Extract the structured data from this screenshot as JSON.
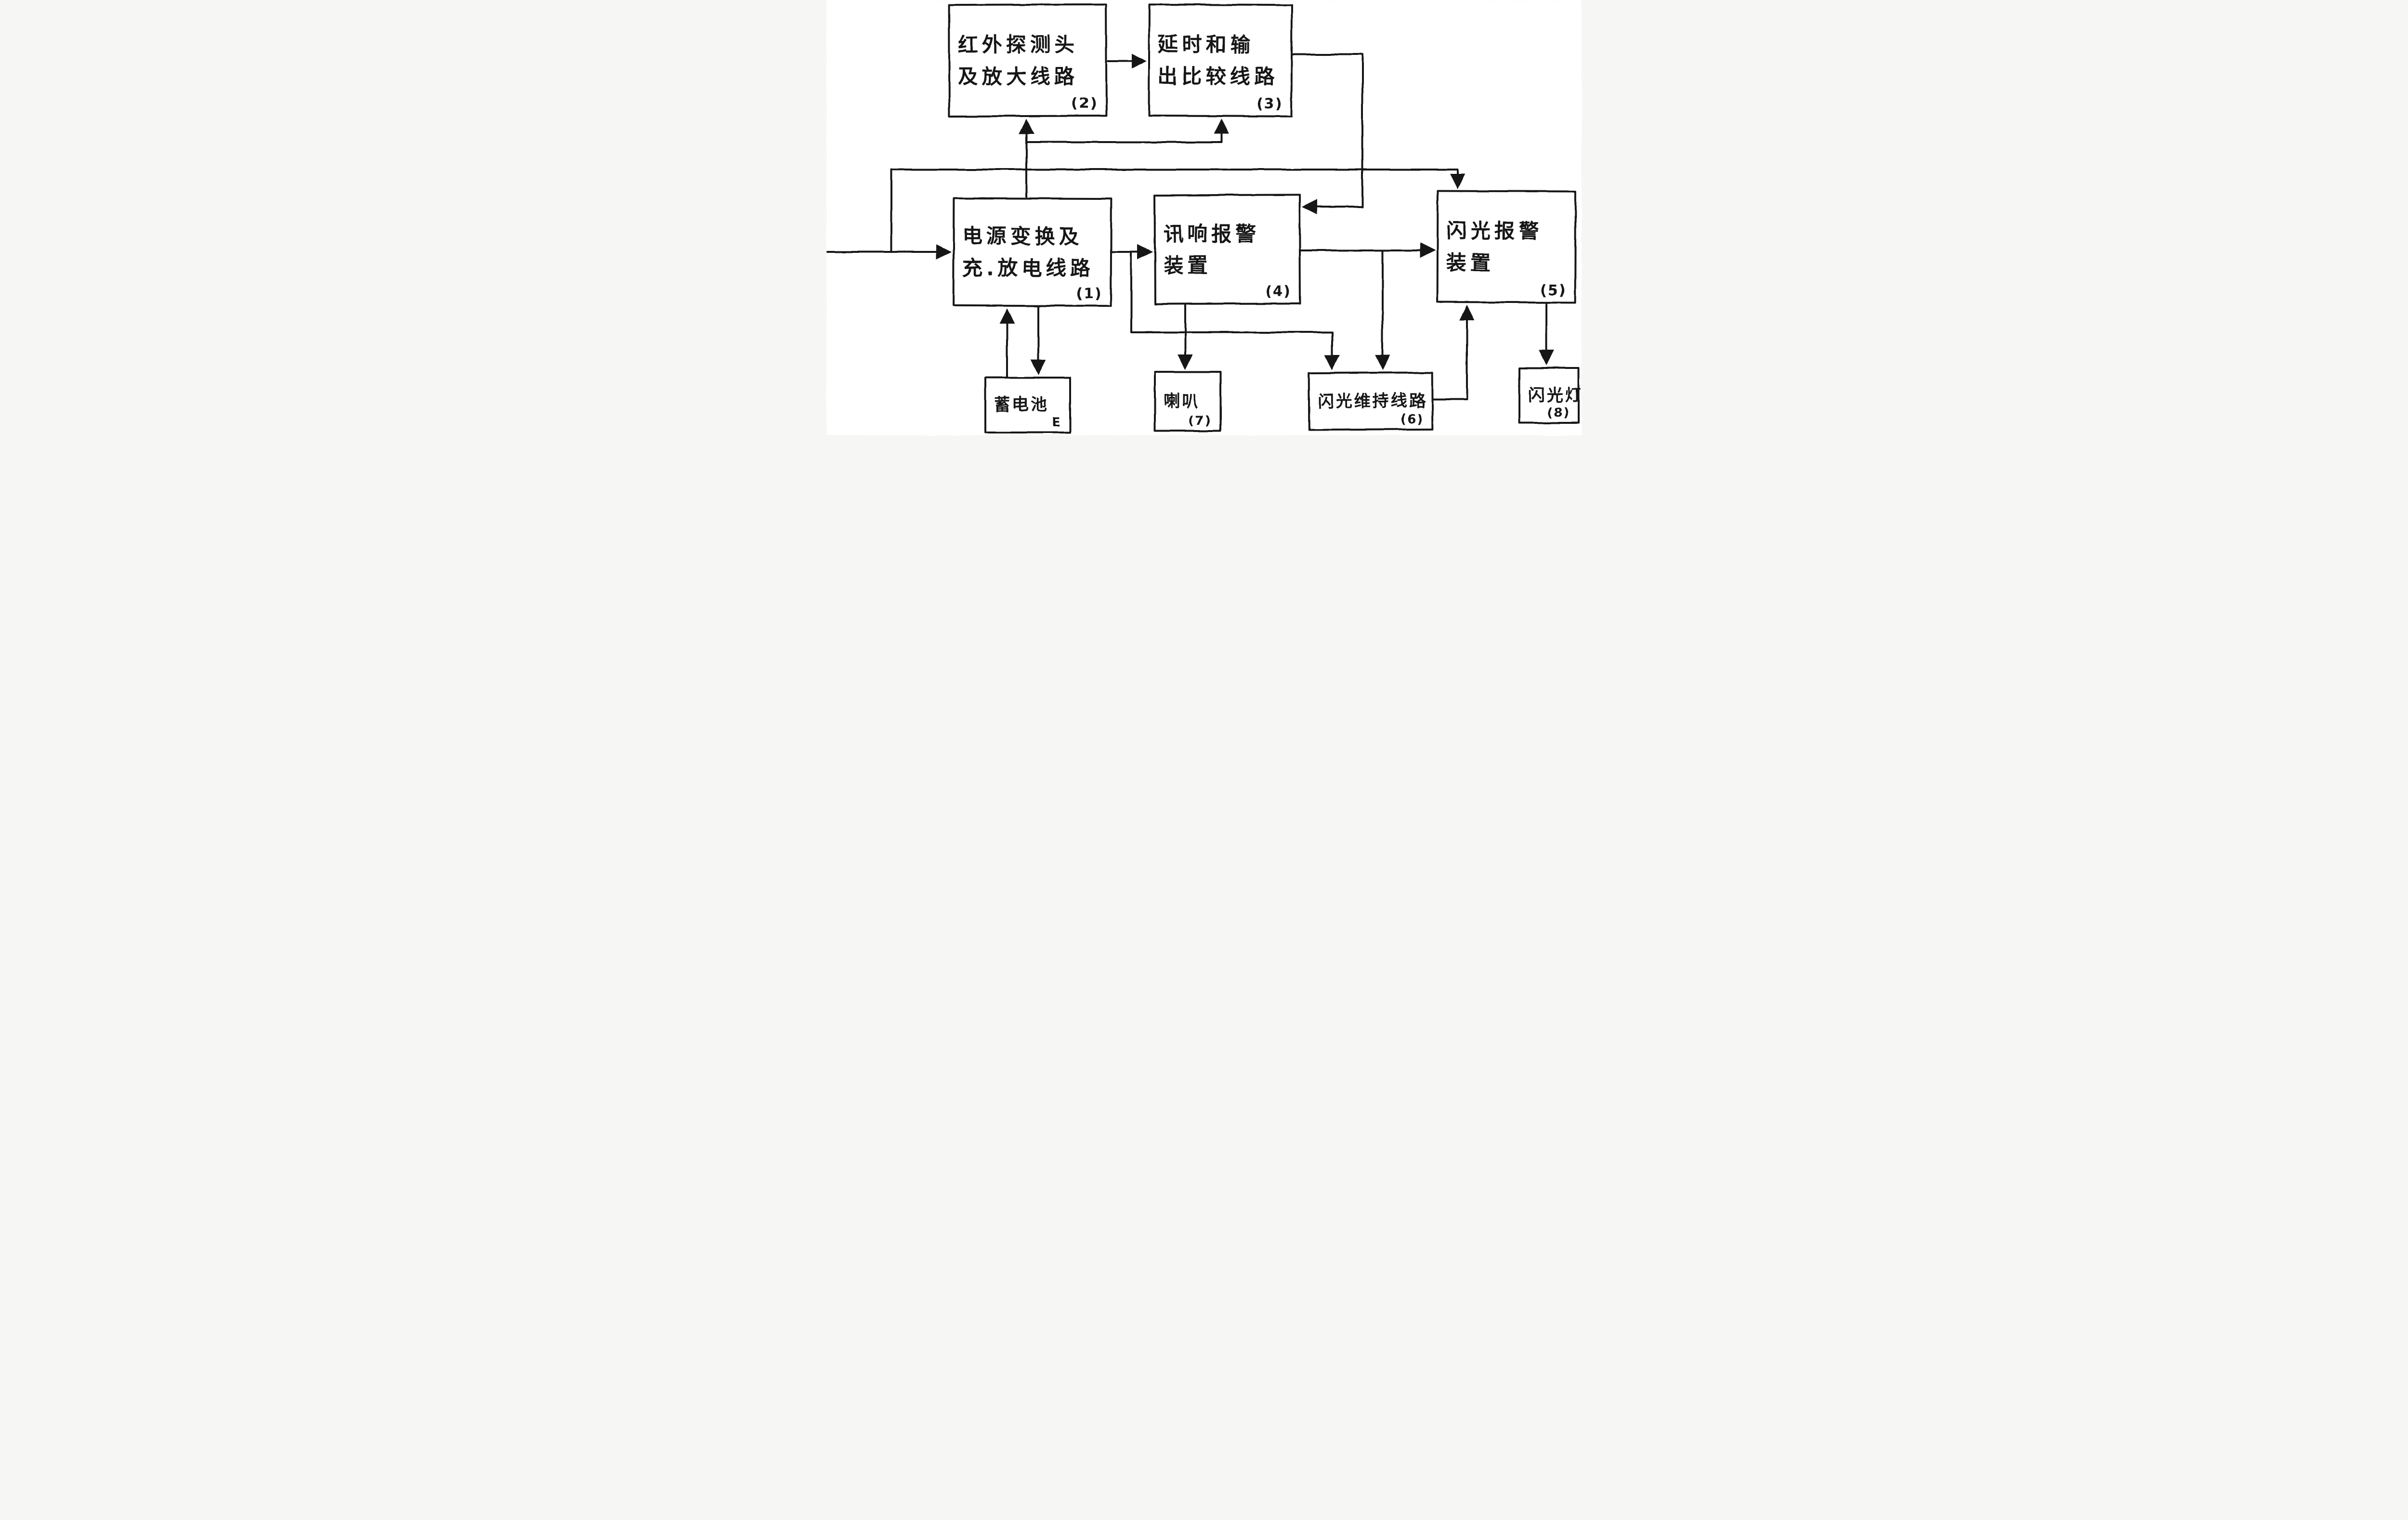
{
  "blocks": {
    "infrared": {
      "line1": "红外探测头",
      "line2": "及放大线路",
      "num": "(2)"
    },
    "delay": {
      "line1": "延时和输",
      "line2": "出比较线路",
      "num": "(3)"
    },
    "power": {
      "line1": "电源变换及",
      "line2": "充.放电线路",
      "num": "(1)"
    },
    "sound": {
      "line1": "讯响报警",
      "line2": "装置",
      "num": "(4)"
    },
    "flashalarm": {
      "line1": "闪光报警",
      "line2": "装置",
      "num": "(5)"
    },
    "battery": {
      "line1": "蓄电池",
      "num": "E"
    },
    "horn": {
      "line1": "喇叭",
      "num": "(7)"
    },
    "maintain": {
      "line1": "闪光维持线路",
      "num": "(6)"
    },
    "lamp": {
      "line1": "闪光灯",
      "num": "(8)"
    }
  }
}
